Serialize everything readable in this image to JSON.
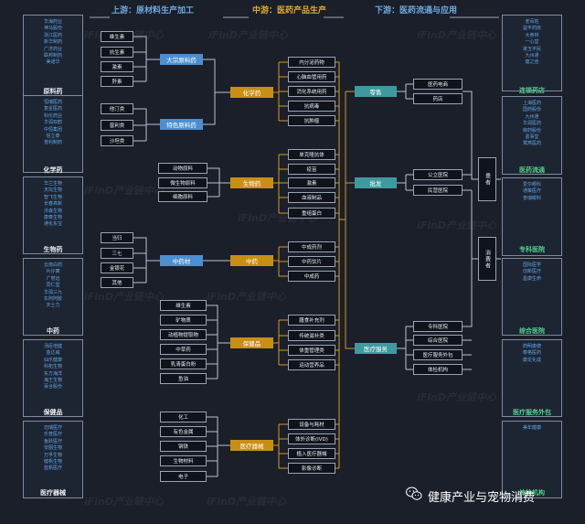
{
  "headers": {
    "upstream": "上游：原材料生产加工",
    "midstream": "中游：医药产品生产",
    "downstream": "下游：医药流通与应用"
  },
  "left_panels": [
    {
      "id": "api",
      "title": "原料药",
      "items": [
        "华海药业",
        "神马股份",
        "浙江医药",
        "新华制药",
        "广济药业",
        "联邦制药",
        "美诺华"
      ]
    },
    {
      "id": "chem",
      "title": "化学药",
      "items": [
        "恒瑞医药",
        "复星医药",
        "科伦药业",
        "华润双鹤",
        "中恒集团",
        "信立泰",
        "普利制药"
      ]
    },
    {
      "id": "bio",
      "title": "生物药",
      "items": [
        "华兰生物",
        "天坛生物",
        "智飞生物",
        "长春高新",
        "沃森生物",
        "康泰生物",
        "通化东宝"
      ]
    },
    {
      "id": "tcm",
      "title": "中药",
      "items": [
        "云南白药",
        "片仔癀",
        "广誉远",
        "同仁堂",
        "华润三九",
        "东阿阿胶",
        "天士力"
      ]
    },
    {
      "id": "health",
      "title": "保健品",
      "items": [
        "汤臣倍健",
        "金达威",
        "仙乐健康",
        "科拓生物",
        "东方海洋",
        "海王生物",
        "百合股份"
      ]
    },
    {
      "id": "device",
      "title": "医疗器械",
      "items": [
        "迈瑞医疗",
        "乐普医疗",
        "鱼跃医疗",
        "安图生物",
        "万孚生物",
        "健帆生物",
        "蓝帆医疗"
      ]
    }
  ],
  "right_panels": [
    {
      "id": "chain",
      "title": "连锁药店",
      "items": [
        "老百姓",
        "益丰药房",
        "大参林",
        "一心堂",
        "漱玉平民",
        "九州通",
        "健之佳"
      ]
    },
    {
      "id": "circ",
      "title": "医药流通",
      "items": [
        "上海医药",
        "国药股份",
        "九州通",
        "华润医药",
        "柳药股份",
        "嘉事堂",
        "鹭燕医药"
      ]
    },
    {
      "id": "spec",
      "title": "专科医院",
      "items": [
        "爱尔眼科",
        "通策医疗",
        "普瑞眼科"
      ]
    },
    {
      "id": "general",
      "title": "综合医院",
      "items": [
        "国际医学",
        "创新医疗",
        "盈康生命"
      ]
    },
    {
      "id": "cro",
      "title": "医疗服务外包",
      "items": [
        "药明康德",
        "泰格医药",
        "康龙化成"
      ]
    },
    {
      "id": "phys",
      "title": "体检机构",
      "items": [
        "美年健康"
      ]
    }
  ],
  "upstream": {
    "group_chem": {
      "items": [
        "维生素",
        "抗生素",
        "激素",
        "肝素"
      ],
      "hub_bulk": "大宗原料药",
      "hub_special": "特色原料药",
      "items2": [
        "他汀类",
        "普利类",
        "沙坦类"
      ]
    },
    "group_bio": {
      "items": [
        "动物原料",
        "微生物原料",
        "细胞原料"
      ]
    },
    "group_tcm": {
      "items": [
        "当归",
        "三七",
        "金银花",
        "其他"
      ],
      "hub": "中药材"
    },
    "group_health": {
      "items": [
        "维生素",
        "矿物质",
        "动植物提取物",
        "中草药",
        "乳清蛋白粉",
        "鱼油"
      ]
    },
    "group_device": {
      "items": [
        "化工",
        "有色金属",
        "钢铁",
        "生物材料",
        "电子"
      ]
    }
  },
  "midstream": {
    "hubs": [
      "化学药",
      "生物药",
      "中药",
      "保健品",
      "医疗器械"
    ],
    "chem": [
      "内分泌药物",
      "心脑血管用药",
      "消化系统用药",
      "抗病毒",
      "抗肿瘤"
    ],
    "bio": [
      "单克隆抗体",
      "疫苗",
      "激素",
      "血液制品",
      "重组蛋白"
    ],
    "tcm": [
      "中成药剂",
      "中药饮片",
      "中成药"
    ],
    "health": [
      "膳食补充剂",
      "传统滋补类",
      "体重管理类",
      "运动营养品"
    ],
    "device": [
      "设备与耗材",
      "体外诊断(IVD)",
      "植入医疗器械",
      "影像诊断"
    ]
  },
  "downstream": {
    "hubs": [
      "零售",
      "批发",
      "医疗服务"
    ],
    "retail": [
      "医药电商",
      "药店"
    ],
    "wholesale": [
      "公立医院",
      "民营医院"
    ],
    "service": [
      "专科医院",
      "综合医院",
      "医疗服务外包",
      "体检机构"
    ],
    "end_patient": "患者",
    "end_consumer": "消费者"
  },
  "watermark": "iFinD产业链中心",
  "footer": "健康产业与宠物消费"
}
